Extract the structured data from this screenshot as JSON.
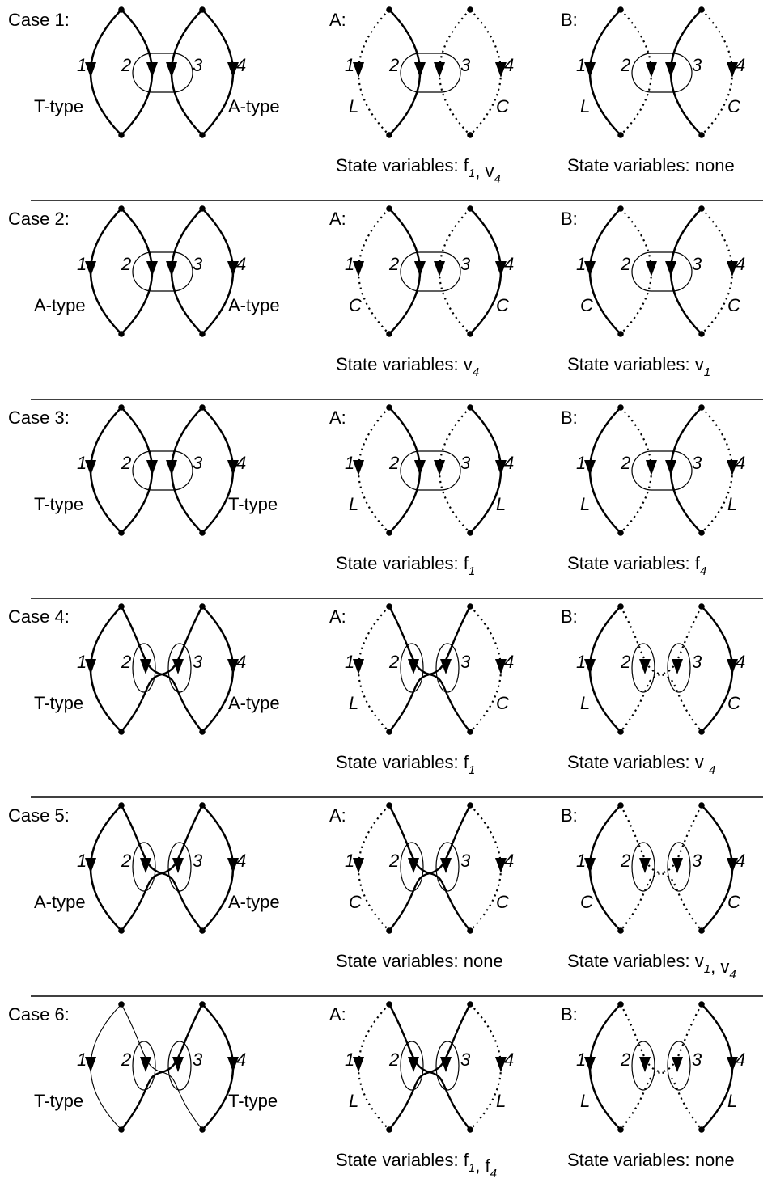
{
  "cases": [
    {
      "title": "Case 1:",
      "base": {
        "crossing": "straight",
        "thin_left": false,
        "label_left": "T-type",
        "label_right": "A-type"
      },
      "A": {
        "title": "A:",
        "pattern": "dsdd",
        "letter_left": "L",
        "letter_right": "C",
        "state": {
          "prefix": "State variables:",
          "terms": [
            {
              "b": "f",
              "s": "1"
            },
            {
              "b": "v",
              "s": "4"
            }
          ]
        }
      },
      "B": {
        "title": "B:",
        "pattern": "sdsd",
        "letter_left": "L",
        "letter_right": "C",
        "state": {
          "prefix": "State variables:",
          "terms": [
            {
              "b": "none",
              "s": ""
            }
          ]
        }
      }
    },
    {
      "title": "Case 2:",
      "base": {
        "crossing": "straight",
        "thin_left": false,
        "label_left": "A-type",
        "label_right": "A-type"
      },
      "A": {
        "title": "A:",
        "pattern": "dsds",
        "letter_left": "C",
        "letter_right": "C",
        "state": {
          "prefix": "State variables:",
          "terms": [
            {
              "b": "v",
              "s": "4"
            }
          ]
        }
      },
      "B": {
        "title": "B:",
        "pattern": "sdsd",
        "letter_left": "C",
        "letter_right": "C",
        "state": {
          "prefix": "State variables:",
          "terms": [
            {
              "b": "v",
              "s": "1"
            }
          ]
        }
      }
    },
    {
      "title": "Case 3:",
      "base": {
        "crossing": "straight",
        "thin_left": false,
        "label_left": "T-type",
        "label_right": "T-type"
      },
      "A": {
        "title": "A:",
        "pattern": "dsds",
        "letter_left": "L",
        "letter_right": "L",
        "state": {
          "prefix": "State variables:",
          "terms": [
            {
              "b": "f",
              "s": "1"
            }
          ]
        }
      },
      "B": {
        "title": "B:",
        "pattern": "sdsd",
        "letter_left": "L",
        "letter_right": "L",
        "state": {
          "prefix": "State variables:",
          "terms": [
            {
              "b": "f",
              "s": "4"
            }
          ]
        }
      }
    },
    {
      "title": "Case 4:",
      "base": {
        "crossing": "cross",
        "thin_left": false,
        "label_left": "T-type",
        "label_right": "A-type"
      },
      "A": {
        "title": "A:",
        "pattern": "dssd",
        "letter_left": "L",
        "letter_right": "C",
        "state": {
          "prefix": "State variables:",
          "terms": [
            {
              "b": "f",
              "s": "1"
            }
          ]
        }
      },
      "B": {
        "title": "B:",
        "pattern": "sdds",
        "letter_left": "L",
        "letter_right": "C",
        "state": {
          "prefix": "State variables:",
          "terms": [
            {
              "b": "v ",
              "s": "4"
            }
          ]
        }
      }
    },
    {
      "title": "Case 5:",
      "base": {
        "crossing": "cross",
        "thin_left": false,
        "label_left": "A-type",
        "label_right": "A-type"
      },
      "A": {
        "title": "A:",
        "pattern": "dssd",
        "letter_left": "C",
        "letter_right": "C",
        "state": {
          "prefix": "State variables:",
          "terms": [
            {
              "b": "none",
              "s": ""
            }
          ]
        }
      },
      "B": {
        "title": "B:",
        "pattern": "sdds",
        "letter_left": "C",
        "letter_right": "C",
        "state": {
          "prefix": "State variables:",
          "terms": [
            {
              "b": "v",
              "s": "1"
            },
            {
              "b": "v",
              "s": "4"
            }
          ]
        }
      }
    },
    {
      "title": "Case 6:",
      "base": {
        "crossing": "cross",
        "thin_left": true,
        "label_left": "T-type",
        "label_right": "T-type"
      },
      "A": {
        "title": "A:",
        "pattern": "dssd",
        "letter_left": "L",
        "letter_right": "L",
        "state": {
          "prefix": "State variables:",
          "terms": [
            {
              "b": "f",
              "s": "1"
            },
            {
              "b": "f",
              "s": "4"
            }
          ]
        }
      },
      "B": {
        "title": "B:",
        "pattern": "sdds",
        "letter_left": "L",
        "letter_right": "L",
        "state": {
          "prefix": "State variables:",
          "terms": [
            {
              "b": "none",
              "s": ""
            }
          ]
        }
      }
    }
  ],
  "branch_numbers": [
    "1",
    "2",
    "3",
    "4"
  ]
}
